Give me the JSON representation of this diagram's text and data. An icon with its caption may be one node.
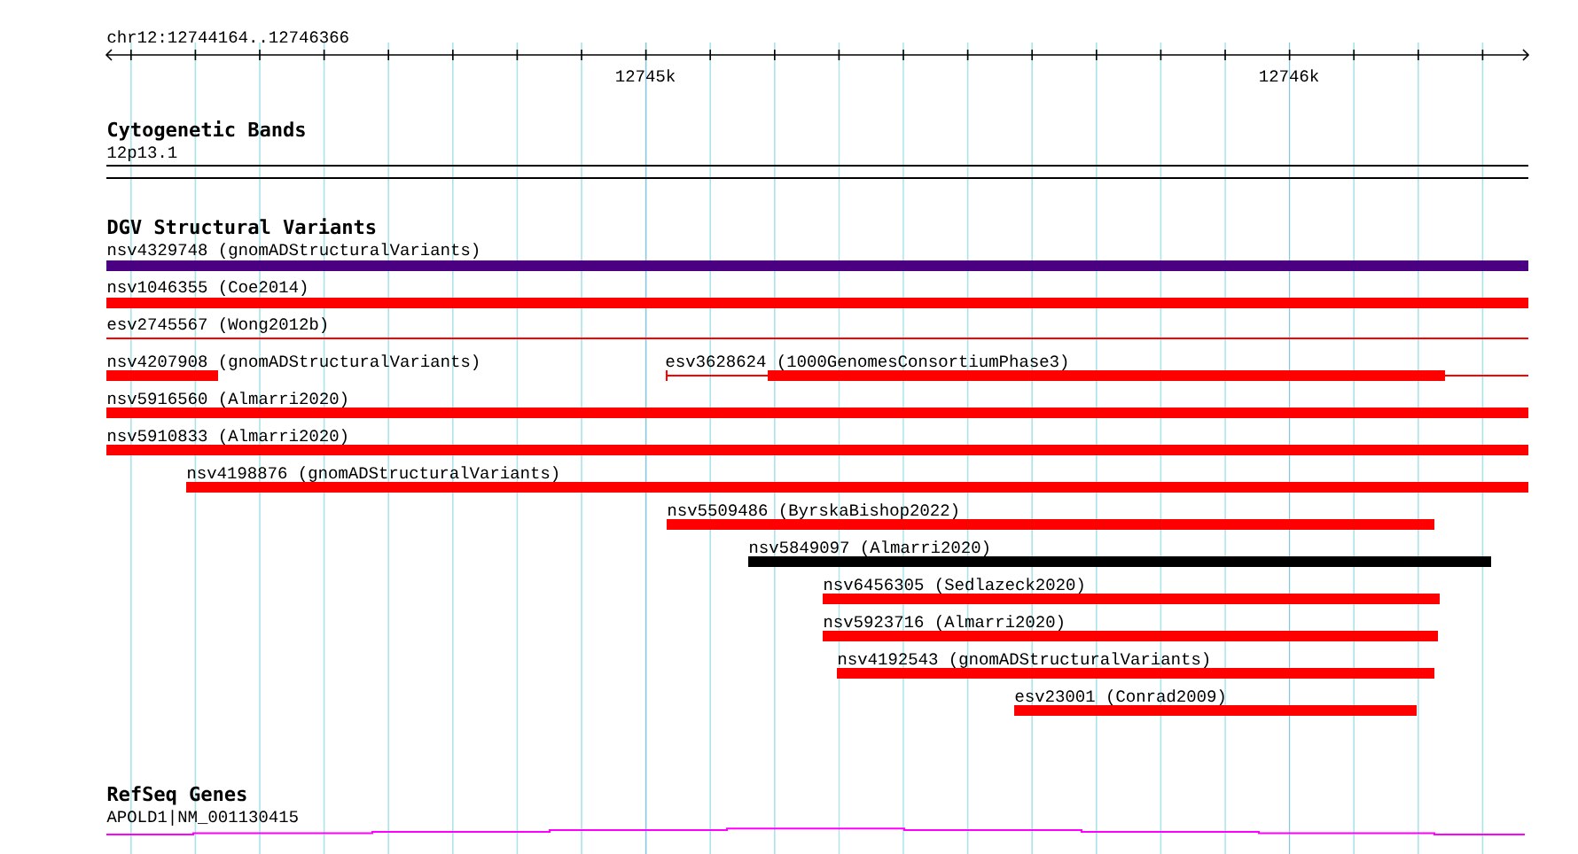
{
  "diagram": {
    "title": "chr12:12744164..12746366",
    "nodes": [
      {
        "text": [
          "nsv4329748 (gnomADStructuralVariants)"
        ]
      },
      {
        "text": [
          "nsv1046355 (Coe2014)"
        ]
      },
      {
        "text": [
          "esv2745567 (Wong2012b)"
        ]
      },
      {
        "text": [
          "nsv4207908 (gnomADStructuralVariants)"
        ]
      },
      {
        "text": [
          "esv3628624 (1000GenomesConsortiumPhase3)"
        ]
      },
      {
        "text": [
          "nsv5916560 (Almarri2020)"
        ]
      },
      {
        "text": [
          "nsv5910833 (Almarri2020)"
        ]
      },
      {
        "text": [
          "nsv4198876 (gnomADStructuralVariants)"
        ]
      },
      {
        "text": [
          "nsv5509486 (ByrskaBishop2022)"
        ]
      },
      {
        "text": [
          "nsv5849097 (Almarri2020)"
        ]
      },
      {
        "text": [
          "nsv6456305 (Sedlazeck2020)"
        ]
      },
      {
        "text": [
          "nsv5923716 (Almarri2020)"
        ]
      },
      {
        "text": [
          "nsv4192543 (gnomADStructuralVariants)"
        ]
      },
      {
        "text": [
          "esv23001 (Conrad2009)"
        ]
      },
      {
        "text": [
          "APOLD1|NM_001130415"
        ]
      }
    ],
    "labels": [
      "12745k",
      "12746k",
      "Cytogenetic Bands",
      "12p13.1",
      "DGV Structural Variants",
      "RefSeq Genes"
    ]
  }
}
